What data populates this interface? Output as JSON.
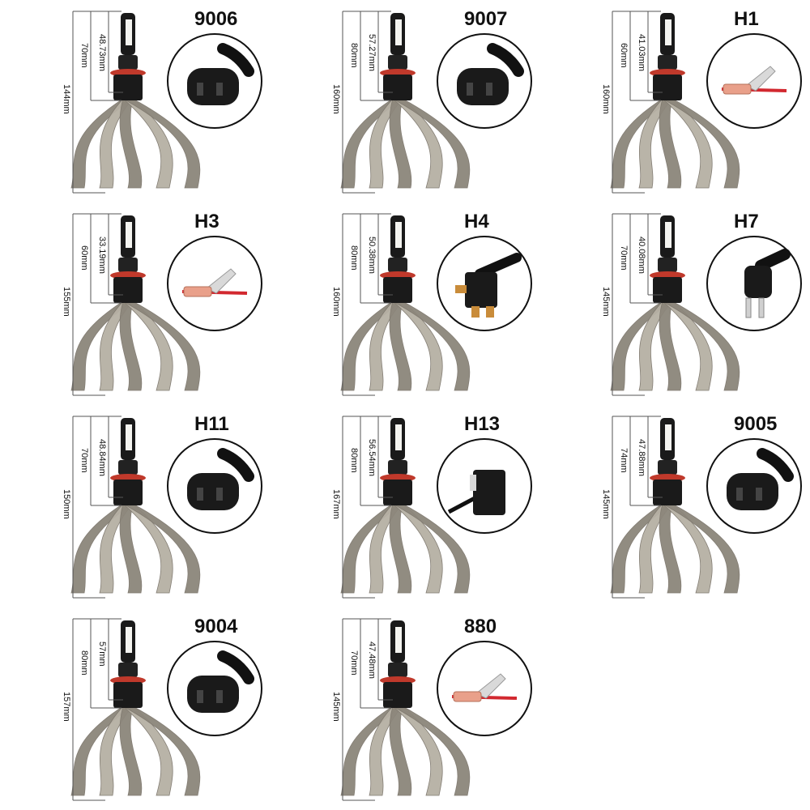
{
  "colors": {
    "strap": "#b6b0a4",
    "strap_dark": "#8c867b",
    "base": "#1a1a1a",
    "ring": "#c0392b",
    "led": "#f4f4f0",
    "circle_border": "#111111",
    "wire_red": "#d2282f",
    "terminal": "#e9a08a"
  },
  "bulbs": [
    {
      "name": "9006",
      "total": "144mm",
      "mid": "70mm",
      "inner": "48.73mm",
      "connector": "round-plug"
    },
    {
      "name": "9007",
      "total": "160mm",
      "mid": "80mm",
      "inner": "57.27mm",
      "connector": "round-plug"
    },
    {
      "name": "H1",
      "total": "160mm",
      "mid": "60mm",
      "inner": "41.03mm",
      "connector": "wire-terminal"
    },
    {
      "name": "H3",
      "total": "155mm",
      "mid": "60mm",
      "inner": "33.19mm",
      "connector": "wire-terminal"
    },
    {
      "name": "H4",
      "total": "160mm",
      "mid": "80mm",
      "inner": "50.38mm",
      "connector": "three-pin-plug"
    },
    {
      "name": "H7",
      "total": "145mm",
      "mid": "70mm",
      "inner": "40.08mm",
      "connector": "two-pin-plug"
    },
    {
      "name": "H11",
      "total": "150mm",
      "mid": "70mm",
      "inner": "48.84mm",
      "connector": "round-plug"
    },
    {
      "name": "H13",
      "total": "167mm",
      "mid": "80mm",
      "inner": "56.54mm",
      "connector": "side-plug"
    },
    {
      "name": "9005",
      "total": "145mm",
      "mid": "74mm",
      "inner": "47.88mm",
      "connector": "round-plug"
    },
    {
      "name": "9004",
      "total": "157mm",
      "mid": "80mm",
      "inner": "57mm",
      "connector": "round-plug"
    },
    {
      "name": "880",
      "total": "145mm",
      "mid": "70mm",
      "inner": "47.48mm",
      "connector": "wire-terminal"
    }
  ]
}
